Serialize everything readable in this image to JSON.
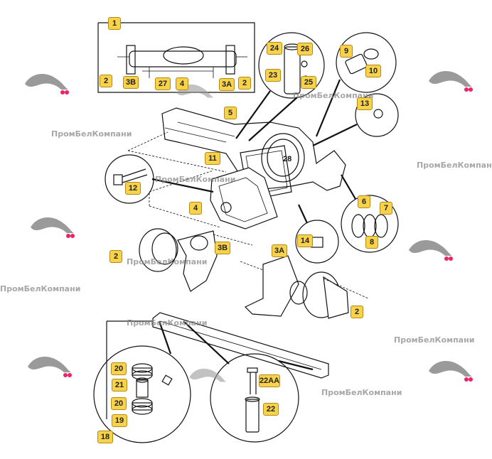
{
  "watermark": {
    "text": "ПромБелКомпани"
  },
  "callouts": [
    {
      "id": "c1",
      "text": "1"
    },
    {
      "id": "c2a",
      "text": "2"
    },
    {
      "id": "c3b_top",
      "text": "3B"
    },
    {
      "id": "c27",
      "text": "27"
    },
    {
      "id": "c4_top",
      "text": "4"
    },
    {
      "id": "c3a_top",
      "text": "3A"
    },
    {
      "id": "c2b",
      "text": "2"
    },
    {
      "id": "c24",
      "text": "24"
    },
    {
      "id": "c26",
      "text": "26"
    },
    {
      "id": "c23",
      "text": "23"
    },
    {
      "id": "c25",
      "text": "25"
    },
    {
      "id": "c9",
      "text": "9"
    },
    {
      "id": "c10",
      "text": "10"
    },
    {
      "id": "c5",
      "text": "5"
    },
    {
      "id": "c13",
      "text": "13"
    },
    {
      "id": "c11",
      "text": "11"
    },
    {
      "id": "c12",
      "text": "12"
    },
    {
      "id": "c4",
      "text": "4"
    },
    {
      "id": "c6",
      "text": "6"
    },
    {
      "id": "c7",
      "text": "7"
    },
    {
      "id": "c8",
      "text": "8"
    },
    {
      "id": "c14",
      "text": "14"
    },
    {
      "id": "c3b",
      "text": "3B"
    },
    {
      "id": "c3a",
      "text": "3A"
    },
    {
      "id": "c2c",
      "text": "2"
    },
    {
      "id": "c2d",
      "text": "2"
    },
    {
      "id": "c20a",
      "text": "20"
    },
    {
      "id": "c21",
      "text": "21"
    },
    {
      "id": "c20b",
      "text": "20"
    },
    {
      "id": "c19",
      "text": "19"
    },
    {
      "id": "c18",
      "text": "18"
    },
    {
      "id": "c22aa",
      "text": "22AA"
    },
    {
      "id": "c22",
      "text": "22"
    }
  ],
  "labels": {
    "part_28": "28"
  }
}
